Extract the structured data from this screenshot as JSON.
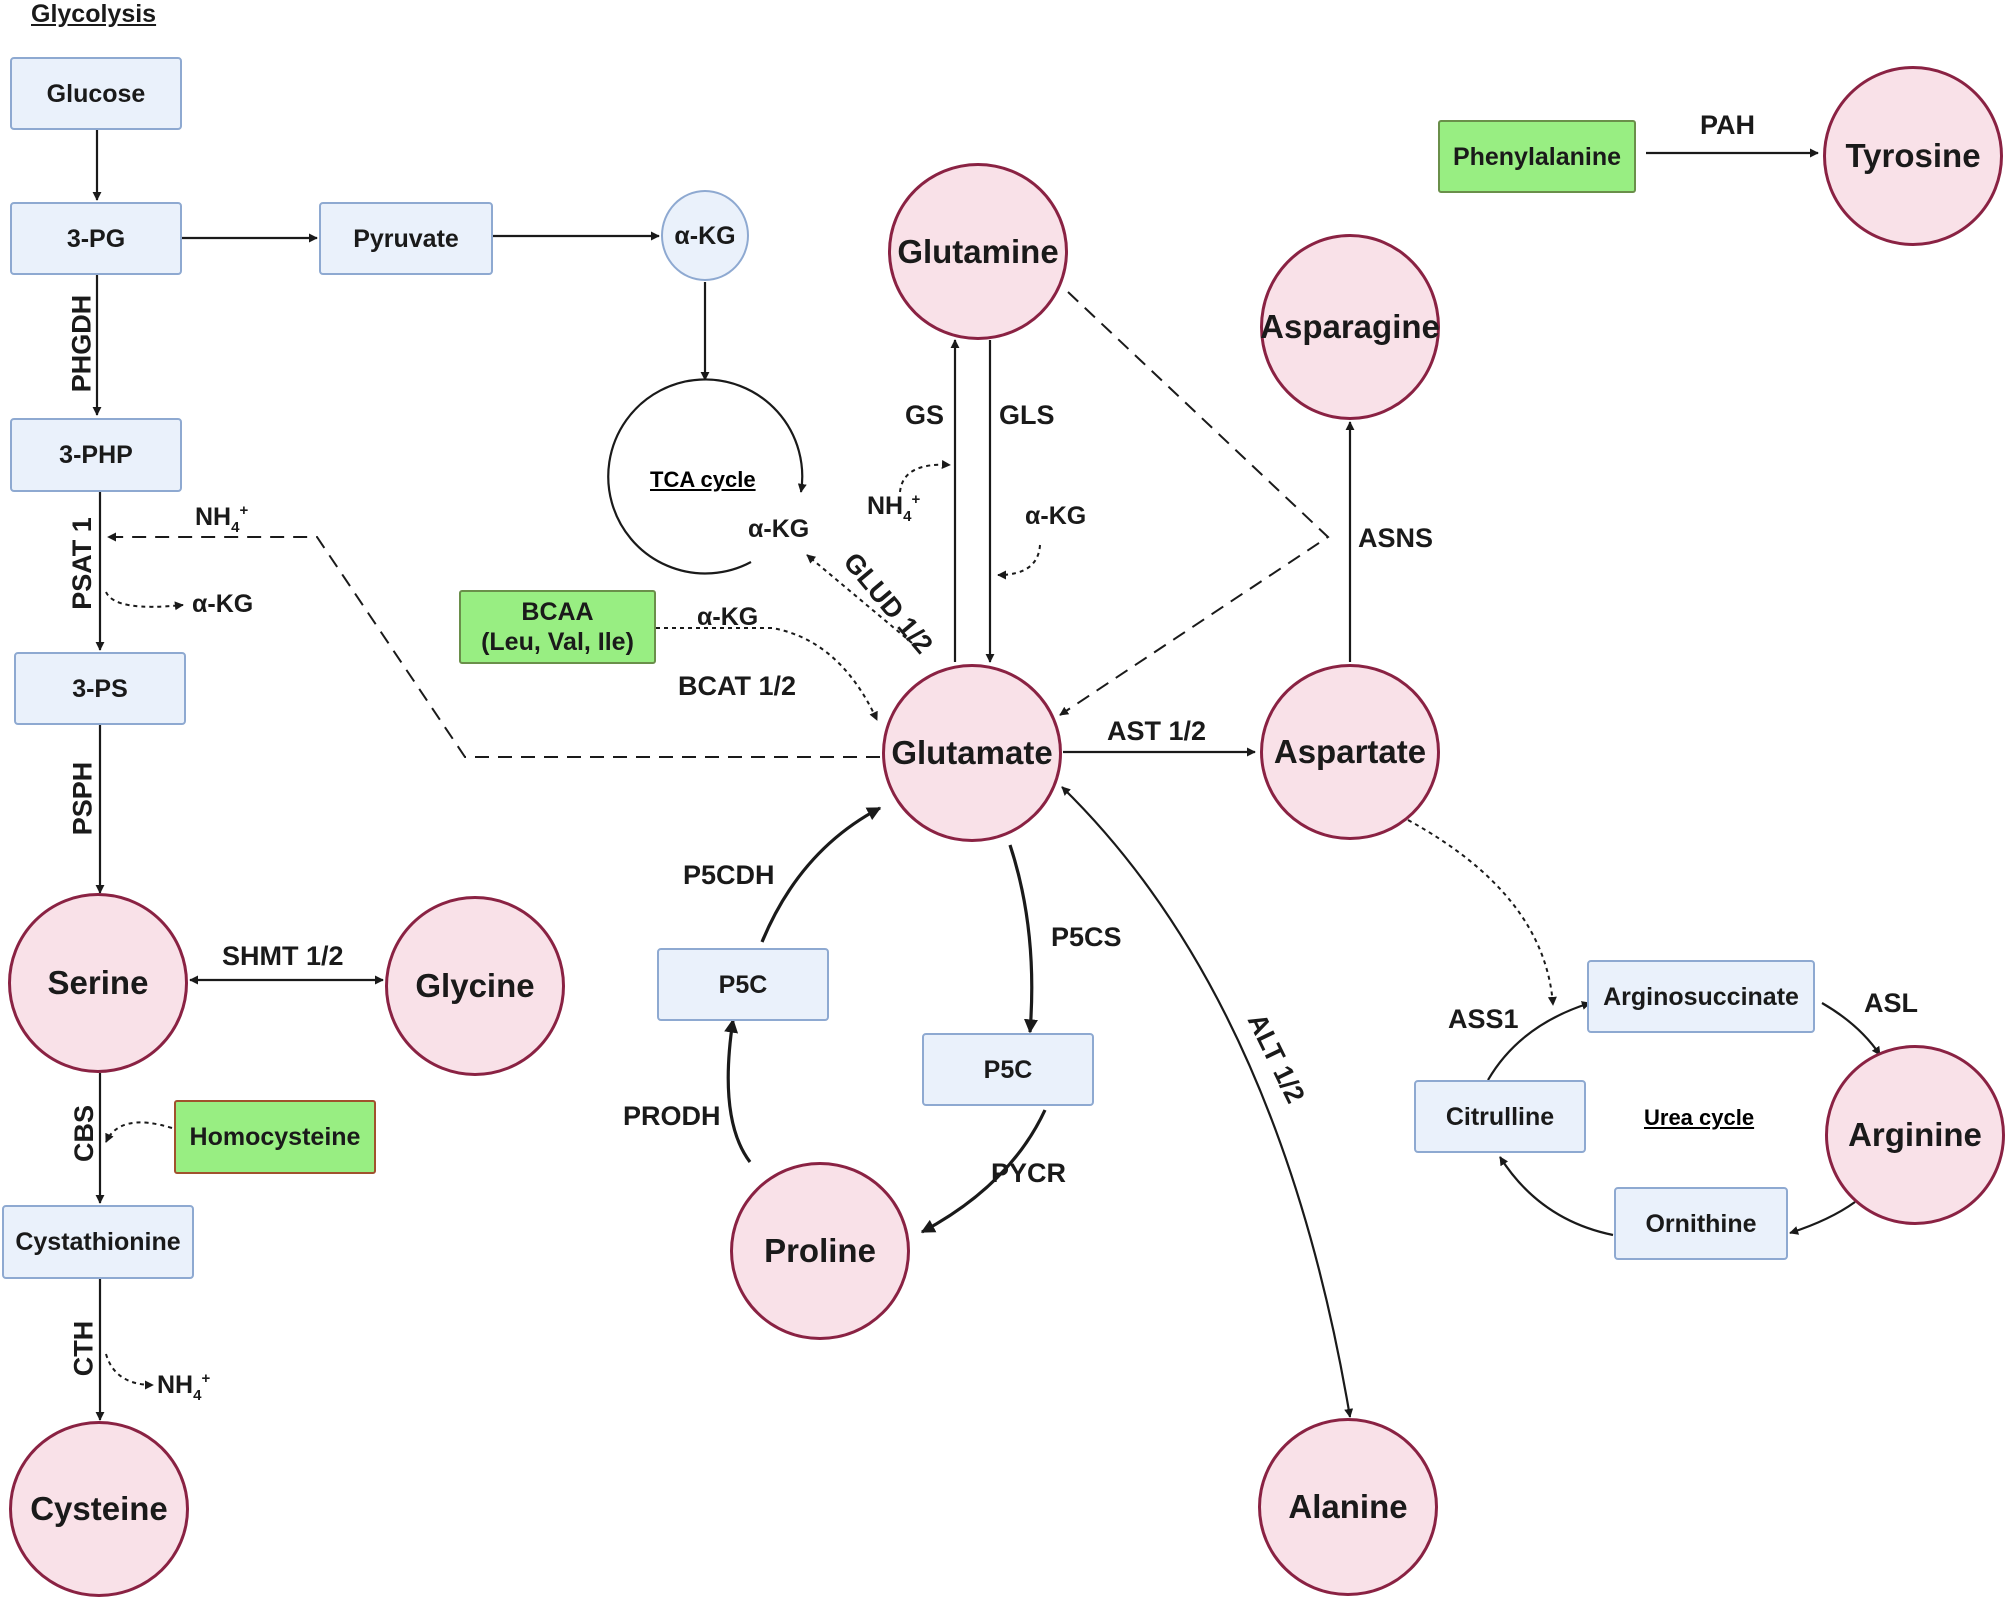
{
  "colors": {
    "metabolite_box_fill": "#eaf1fb",
    "metabolite_box_border": "#8ea9d1",
    "amino_acid_fill": "#f9e1e8",
    "amino_acid_border": "#8a2243",
    "external_input_fill": "#98ee82",
    "arrow": "#1a1a1a"
  },
  "section_title": "Glycolysis",
  "metabolites": {
    "glucose": "Glucose",
    "three_pg": "3-PG",
    "pyruvate": "Pyruvate",
    "akg_top": "α-KG",
    "three_php": "3-PHP",
    "three_ps": "3-PS",
    "cystathionine": "Cystathionine",
    "p5c_left": "P5C",
    "p5c_right": "P5C",
    "arginosuccinate": "Arginosuccinate",
    "citrulline": "Citrulline",
    "ornithine": "Ornithine"
  },
  "amino_acids": {
    "serine": "Serine",
    "glycine": "Glycine",
    "cysteine": "Cysteine",
    "glutamine": "Glutamine",
    "glutamate": "Glutamate",
    "asparagine": "Asparagine",
    "aspartate": "Aspartate",
    "proline": "Proline",
    "alanine": "Alanine",
    "arginine": "Arginine",
    "tyrosine": "Tyrosine"
  },
  "inputs": {
    "phenylalanine": "Phenylalanine",
    "homocysteine": "Homocysteine",
    "bcaa_line1": "BCAA",
    "bcaa_line2": "(Leu, Val, Ile)"
  },
  "cycles": {
    "tca": "TCA cycle",
    "urea": "Urea cycle"
  },
  "enzymes": {
    "phgdh": "PHGDH",
    "psat1": "PSAT 1",
    "psph": "PSPH",
    "shmt": "SHMT 1/2",
    "cbs": "CBS",
    "cth": "CTH",
    "gs": "GS",
    "gls": "GLS",
    "glud": "GLUD 1/2",
    "bcat": "BCAT 1/2",
    "ast": "AST 1/2",
    "asns": "ASNS",
    "alt": "ALT 1/2",
    "p5cdh": "P5CDH",
    "p5cs": "P5CS",
    "prodh": "PRODH",
    "pycr": "PYCR",
    "pah": "PAH",
    "ass1": "ASS1",
    "asl": "ASL"
  },
  "cofactors": {
    "nh4_psat": "NH",
    "akg_psat": "α-KG",
    "nh4_cth": "NH",
    "akg_tca": "α-KG",
    "nh4_gs": "NH",
    "akg_gls": "α-KG",
    "akg_bcat": "α-KG",
    "nh4_sub": "4",
    "nh4_sup": "+"
  }
}
